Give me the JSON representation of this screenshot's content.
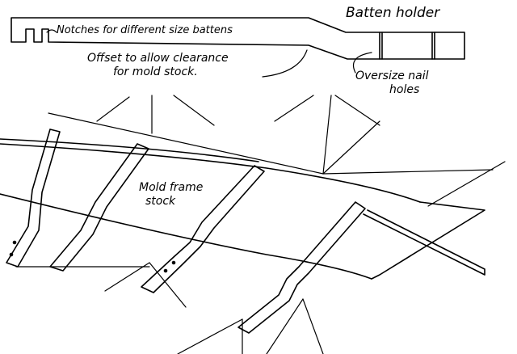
{
  "labels": {
    "batten_holder": "Batten holder",
    "notches": "Notches for different size  battens",
    "offset_line1": "Offset to allow clearance",
    "offset_line2": "for mold stock.",
    "nail_line1": "Oversize nail",
    "nail_line2": "holes",
    "mold_line1": "Mold frame",
    "mold_line2": "stock"
  }
}
